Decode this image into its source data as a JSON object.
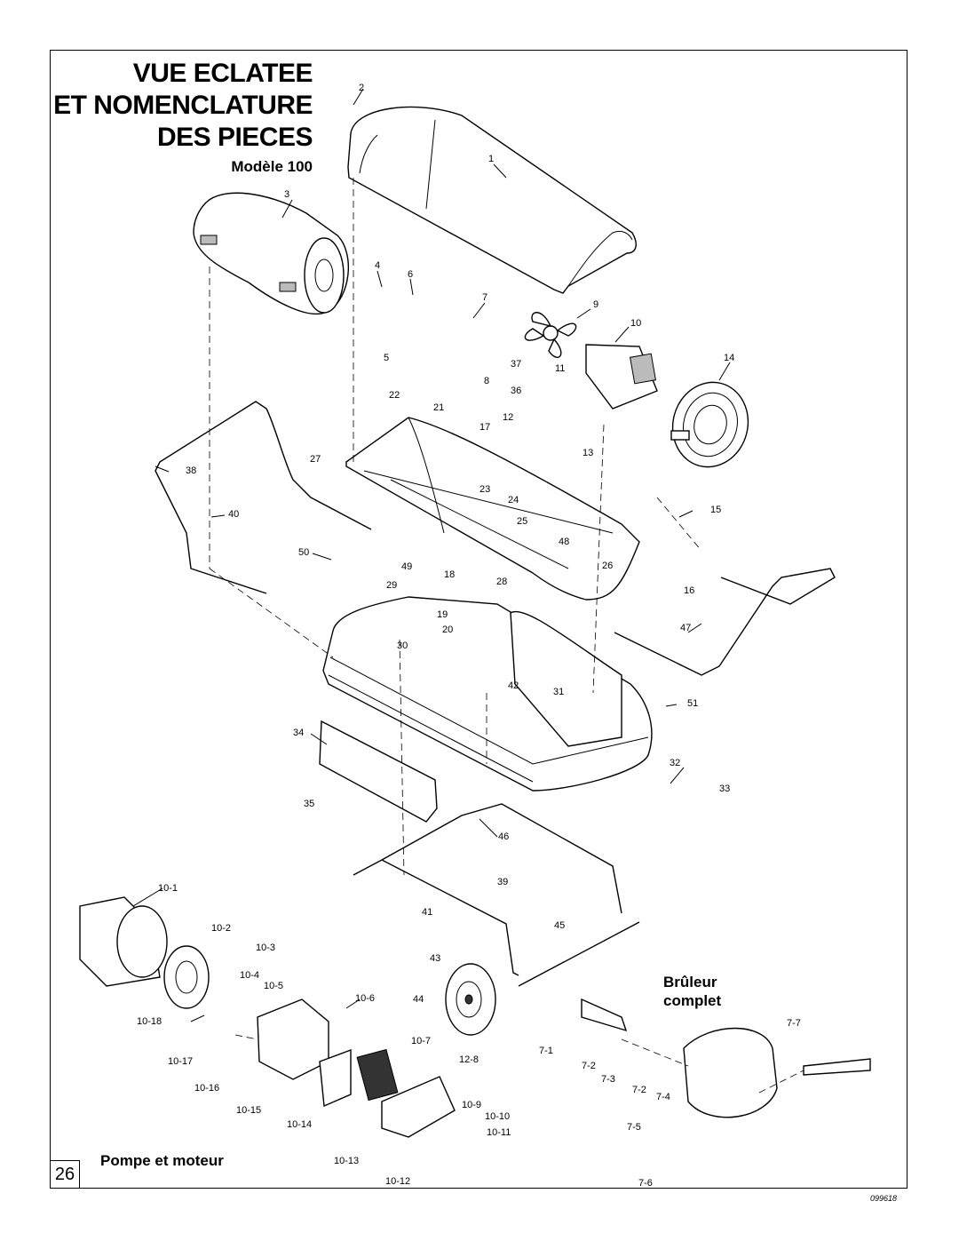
{
  "header": {
    "title_line1": "VUE ECLATEE",
    "title_line2": "ET NOMENCLATURE",
    "title_line3": "DES PIECES",
    "model": "Modèle 100"
  },
  "sections": {
    "burner": "Brûleur\ncomplet",
    "pump_motor": "Pompe et moteur"
  },
  "page_number": "26",
  "document_number": "099618",
  "parts": [
    {
      "id": "1",
      "label": "1"
    },
    {
      "id": "2",
      "label": "2"
    },
    {
      "id": "3",
      "label": "3"
    },
    {
      "id": "4",
      "label": "4"
    },
    {
      "id": "5",
      "label": "5"
    },
    {
      "id": "6",
      "label": "6"
    },
    {
      "id": "7",
      "label": "7"
    },
    {
      "id": "8",
      "label": "8"
    },
    {
      "id": "9",
      "label": "9"
    },
    {
      "id": "10",
      "label": "10"
    },
    {
      "id": "11",
      "label": "11"
    },
    {
      "id": "12",
      "label": "12"
    },
    {
      "id": "13",
      "label": "13"
    },
    {
      "id": "14",
      "label": "14"
    },
    {
      "id": "15",
      "label": "15"
    },
    {
      "id": "16",
      "label": "16"
    },
    {
      "id": "17",
      "label": "17"
    },
    {
      "id": "18",
      "label": "18"
    },
    {
      "id": "19",
      "label": "19"
    },
    {
      "id": "20",
      "label": "20"
    },
    {
      "id": "21",
      "label": "21"
    },
    {
      "id": "22",
      "label": "22"
    },
    {
      "id": "23",
      "label": "23"
    },
    {
      "id": "24",
      "label": "24"
    },
    {
      "id": "25",
      "label": "25"
    },
    {
      "id": "26",
      "label": "26"
    },
    {
      "id": "27",
      "label": "27"
    },
    {
      "id": "28",
      "label": "28"
    },
    {
      "id": "29",
      "label": "29"
    },
    {
      "id": "30",
      "label": "30"
    },
    {
      "id": "31",
      "label": "31"
    },
    {
      "id": "32",
      "label": "32"
    },
    {
      "id": "33",
      "label": "33"
    },
    {
      "id": "34",
      "label": "34"
    },
    {
      "id": "35",
      "label": "35"
    },
    {
      "id": "36",
      "label": "36"
    },
    {
      "id": "37",
      "label": "37"
    },
    {
      "id": "38",
      "label": "38"
    },
    {
      "id": "39",
      "label": "39"
    },
    {
      "id": "40",
      "label": "40"
    },
    {
      "id": "41",
      "label": "41"
    },
    {
      "id": "42",
      "label": "42"
    },
    {
      "id": "43",
      "label": "43"
    },
    {
      "id": "44",
      "label": "44"
    },
    {
      "id": "45",
      "label": "45"
    },
    {
      "id": "46",
      "label": "46"
    },
    {
      "id": "47",
      "label": "47"
    },
    {
      "id": "48",
      "label": "48"
    },
    {
      "id": "49",
      "label": "49"
    },
    {
      "id": "50",
      "label": "50"
    },
    {
      "id": "51",
      "label": "51"
    },
    {
      "id": "10-1",
      "label": "10-1"
    },
    {
      "id": "10-2",
      "label": "10-2"
    },
    {
      "id": "10-3",
      "label": "10-3"
    },
    {
      "id": "10-4",
      "label": "10-4"
    },
    {
      "id": "10-5",
      "label": "10-5"
    },
    {
      "id": "10-6",
      "label": "10-6"
    },
    {
      "id": "10-7",
      "label": "10-7"
    },
    {
      "id": "10-9",
      "label": "10-9"
    },
    {
      "id": "10-10",
      "label": "10-10"
    },
    {
      "id": "10-11",
      "label": "10-11"
    },
    {
      "id": "10-12",
      "label": "10-12"
    },
    {
      "id": "10-13",
      "label": "10-13"
    },
    {
      "id": "10-14",
      "label": "10-14"
    },
    {
      "id": "10-15",
      "label": "10-15"
    },
    {
      "id": "10-16",
      "label": "10-16"
    },
    {
      "id": "10-17",
      "label": "10-17"
    },
    {
      "id": "10-18",
      "label": "10-18"
    },
    {
      "id": "12-8",
      "label": "12-8"
    },
    {
      "id": "7-1",
      "label": "7-1"
    },
    {
      "id": "7-2a",
      "label": "7-2"
    },
    {
      "id": "7-2b",
      "label": "7-2"
    },
    {
      "id": "7-3",
      "label": "7-3"
    },
    {
      "id": "7-4",
      "label": "7-4"
    },
    {
      "id": "7-5",
      "label": "7-5"
    },
    {
      "id": "7-6",
      "label": "7-6"
    },
    {
      "id": "7-7",
      "label": "7-7"
    }
  ]
}
